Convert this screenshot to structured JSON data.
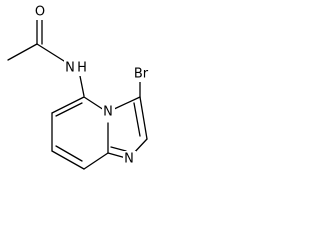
{
  "molecule": {
    "atoms": {
      "oxygen": "O",
      "amide_nitrogen": "N",
      "hydrogen": "H",
      "bromine": "Br",
      "ring_nitrogen_bridge": "N",
      "ring_nitrogen_imidazole": "N"
    }
  }
}
